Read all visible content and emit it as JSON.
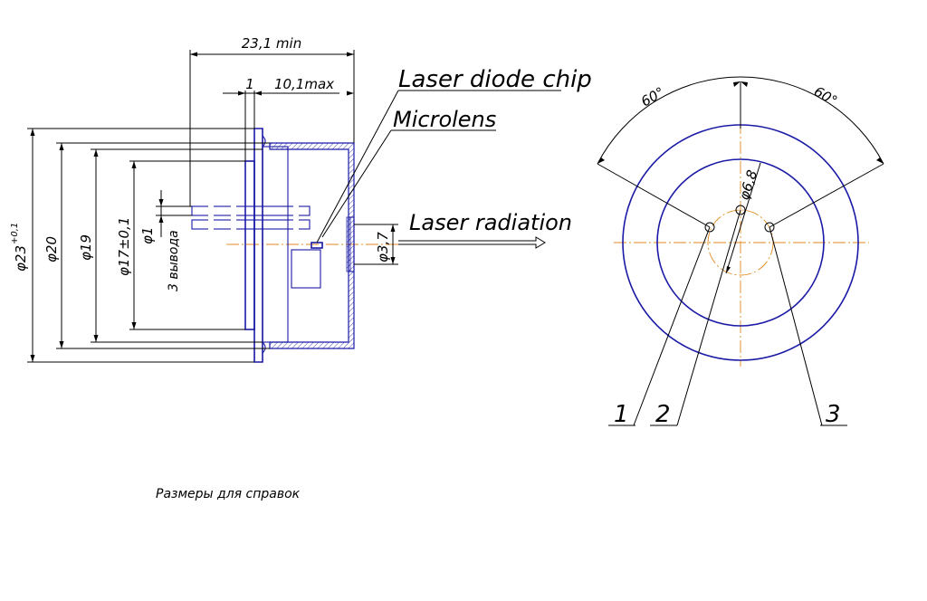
{
  "side_view": {
    "dim_total_length": "23,1 min",
    "dim_pin_offset": "1",
    "dim_body_length": "10,1max",
    "dim_d23": "φ23",
    "dim_d23_tol": "+0,1",
    "dim_d20": "φ20",
    "dim_d19": "φ19",
    "dim_d17": "φ17±0,1",
    "dim_d1": "φ1",
    "pins_note": "3 вывода",
    "dim_window": "φ3,7"
  },
  "callouts": {
    "chip": "Laser diode chip",
    "microlens": "Microlens",
    "radiation": "Laser radiation"
  },
  "front_view": {
    "angle_left": "60°",
    "angle_right": "60°",
    "pitch_circle": "φ6,8",
    "pin_1": "1",
    "pin_2": "2",
    "pin_3": "3"
  },
  "note": "Размеры для справок"
}
